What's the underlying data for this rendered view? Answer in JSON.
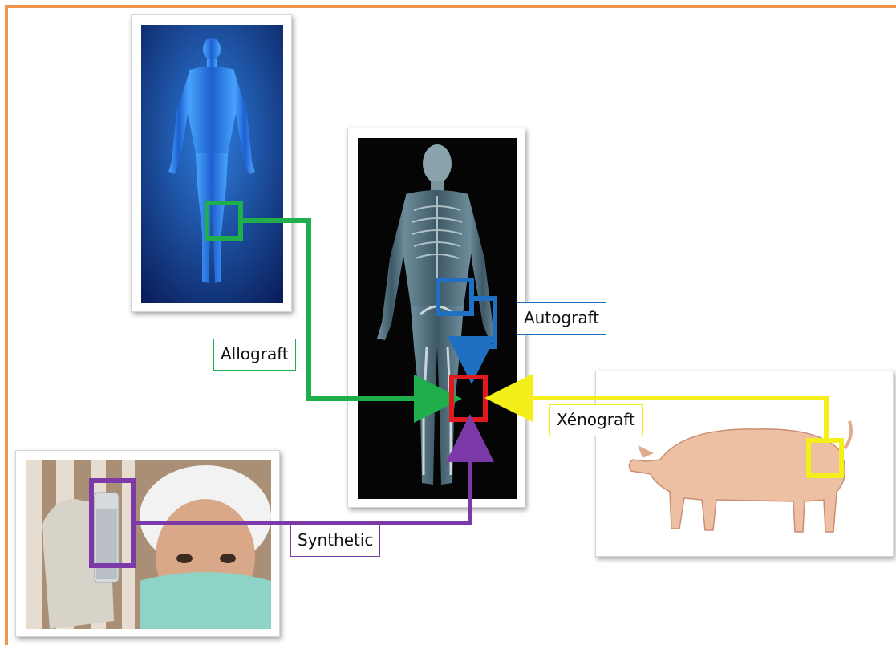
{
  "labels": {
    "allograft": "Allograft",
    "autograft": "Autograft",
    "xenograft": "Xénograft",
    "synthetic": "Synthetic"
  },
  "colors": {
    "frame": "#f0964a",
    "allograft": "#1fae4b",
    "autograft": "#1f6fc2",
    "xenograft": "#f4ef1a",
    "synthetic": "#7b3aa8",
    "target": "#e0191d"
  },
  "images": [
    {
      "name": "human-figure-blue",
      "description_icon": "human-body-icon"
    },
    {
      "name": "human-skeleton-dark",
      "description_icon": "skeleton-icon"
    },
    {
      "name": "pig-photo",
      "description_icon": "pig-icon"
    },
    {
      "name": "lab-worker-vial-photo",
      "description_icon": "vial-icon"
    }
  ]
}
